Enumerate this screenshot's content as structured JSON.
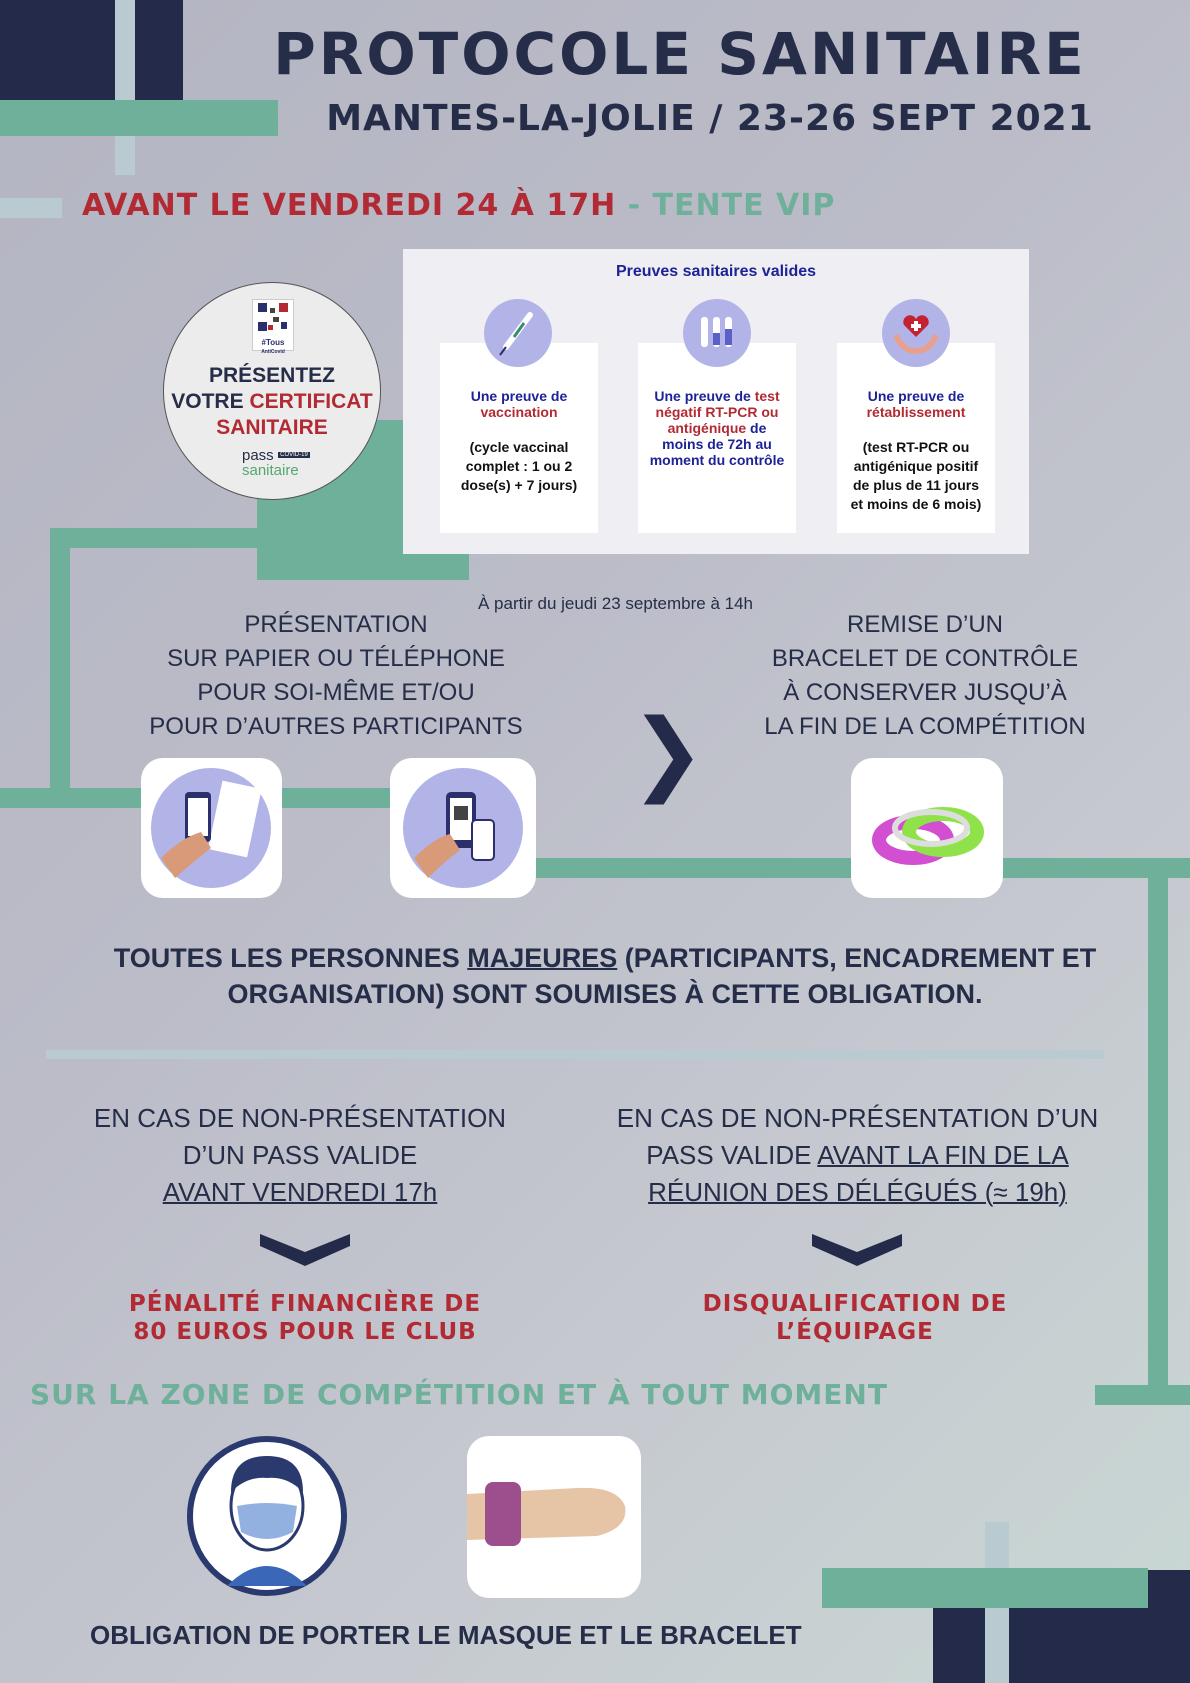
{
  "header": {
    "title": "PROTOCOLE SANITAIRE",
    "subtitle": "MANTES-LA-JOLIE / 23-26 SEPT 2021"
  },
  "deadline": {
    "main": "AVANT LE VENDREDI 24 À 17H",
    "location": "- TENTE VIP"
  },
  "badge": {
    "qr_caption_1": "#Tous",
    "qr_caption_2": "AntiCovid",
    "line1": "PRÉSENTEZ",
    "line2a": "VOTRE ",
    "line2b": "CERTIFICAT",
    "line3": "SANITAIRE",
    "logo_pass": "pass",
    "logo_tag": "COVID-19",
    "logo_sanitaire": "sanitaire"
  },
  "proofs": {
    "title": "Preuves sanitaires valides",
    "cards": [
      {
        "icon": "syringe-icon",
        "heading_a": "Une preuve de",
        "heading_b": "vaccination",
        "detail": "(cycle vaccinal complet : 1 ou 2 dose(s) + 7 jours)"
      },
      {
        "icon": "test-tubes-icon",
        "heading_a": "Une preuve de",
        "heading_b": "test négatif RT-PCR ou antigénique",
        "heading_c": "de moins de 72h au moment du contrôle",
        "detail": ""
      },
      {
        "icon": "heart-hands-icon",
        "heading_a": "Une preuve de",
        "heading_b": "rétablissement",
        "detail": "(test RT-PCR ou antigénique positif de plus de 11 jours et moins de 6 mois)"
      }
    ]
  },
  "start_note": "À partir du jeudi 23 septembre à 14h",
  "presentation": {
    "lines": [
      "PRÉSENTATION",
      "SUR PAPIER OU TÉLÉPHONE",
      "POUR SOI-MÊME ET/OU",
      "POUR D’AUTRES PARTICIPANTS"
    ]
  },
  "arrow_glyph": "❯",
  "bracelet_step": {
    "lines": [
      "REMISE D’UN",
      "BRACELET DE CONTRÔLE",
      "À CONSERVER JUSQU’À",
      "LA FIN DE LA COMPÉTITION"
    ]
  },
  "obligation": {
    "part1": "TOUTES LES PERSONNES ",
    "underlined": "MAJEURES",
    "part2": " (PARTICIPANTS, ENCADREMENT ET ORGANISATION) SONT SOUMISES À CETTE OBLIGATION."
  },
  "cases": [
    {
      "line1": "EN CAS DE NON-PRÉSENTATION",
      "line2": "D’UN PASS VALIDE",
      "underlined": "AVANT VENDREDI 17h",
      "penalty_1": "PÉNALITÉ FINANCIÈRE DE",
      "penalty_2": "80 EUROS POUR LE CLUB"
    },
    {
      "line1": "EN CAS DE NON-PRÉSENTATION D’UN",
      "line2": "PASS VALIDE ",
      "underlined_a": "AVANT LA FIN DE LA",
      "underlined_b": "RÉUNION DES DÉLÉGUÉS (≈ 19h)",
      "penalty_1": "DISQUALIFICATION DE",
      "penalty_2": "L’ÉQUIPAGE"
    }
  ],
  "zone": {
    "heading": "SUR LA ZONE DE COMPÉTITION ET À TOUT MOMENT",
    "footer": "OBLIGATION DE PORTER LE MASQUE ET LE BRACELET"
  },
  "colors": {
    "navy": "#232a4a",
    "green": "#6fb09a",
    "red": "#b22a33",
    "proof_blue": "#1d2396"
  }
}
